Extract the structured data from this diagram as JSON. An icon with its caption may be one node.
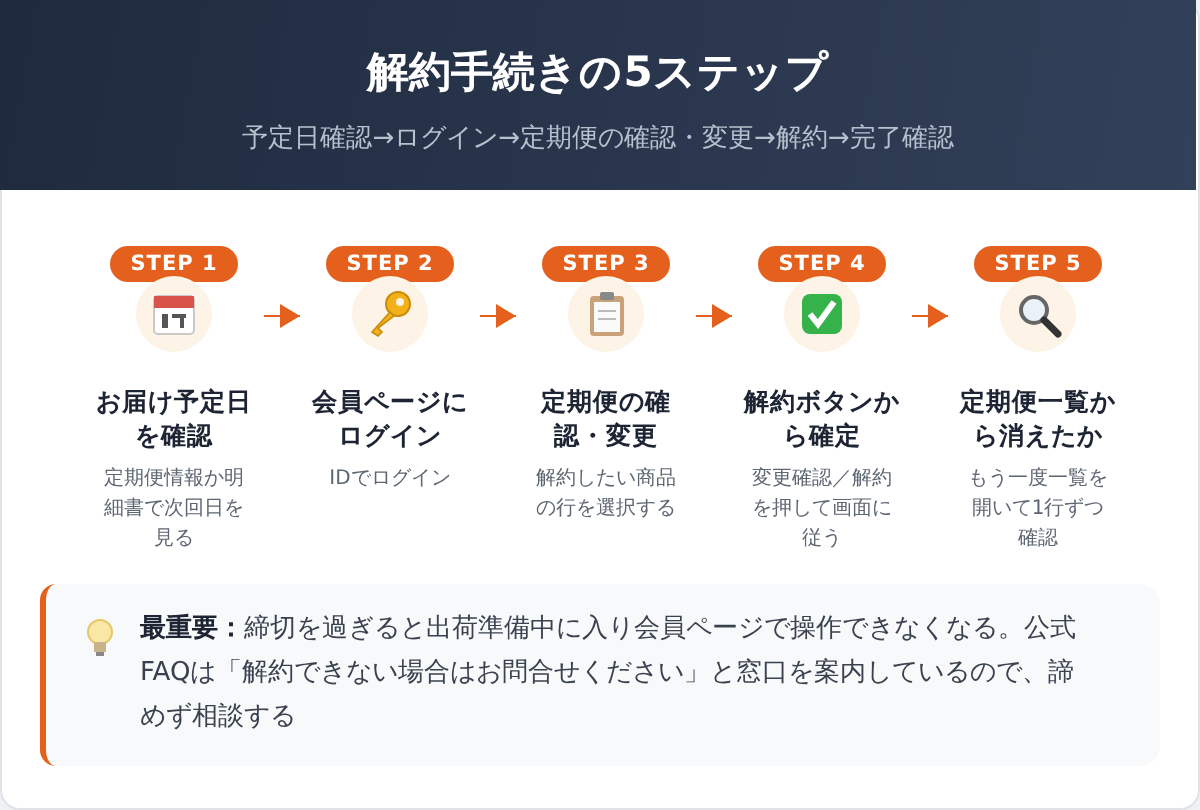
{
  "diagram": {
    "title": "解約手続きの5ステップ",
    "nodes": [
      {
        "text": [
          "STEP 1",
          "お届け予定日を確認",
          "定期便情報か明細書で次回日を見る"
        ]
      },
      {
        "text": [
          "STEP 2",
          "会員ページにログイン",
          "IDでログイン"
        ]
      },
      {
        "text": [
          "STEP 3",
          "定期便の確認・変更",
          "解約したい商品の行を選択する"
        ]
      },
      {
        "text": [
          "STEP 4",
          "解約ボタンから確定",
          "変更確認／解約を押して画面に従う"
        ]
      },
      {
        "text": [
          "STEP 5",
          "定期便一覧から消えたか",
          "もう一度一覧を開いて1行ずつ確認"
        ]
      },
      {
        "text": [
          "**最重要：**締切を過ぎると出荷準備中に入り会員ページで操作できなくなる。公式FAQは「解約できない場合はお問合せください」と窓口を案内しているので、諦めず相談する"
        ]
      }
    ],
    "edges": [
      {
        "from": 0,
        "to": 1,
        "arrow": "to"
      },
      {
        "from": 1,
        "to": 2,
        "arrow": "to"
      },
      {
        "from": 2,
        "to": 3,
        "arrow": "to"
      },
      {
        "from": 3,
        "to": 4,
        "arrow": "to"
      }
    ],
    "labels": [
      "予定日確認→ログイン→定期便の確認・変更→解約→完了確認"
    ]
  }
}
